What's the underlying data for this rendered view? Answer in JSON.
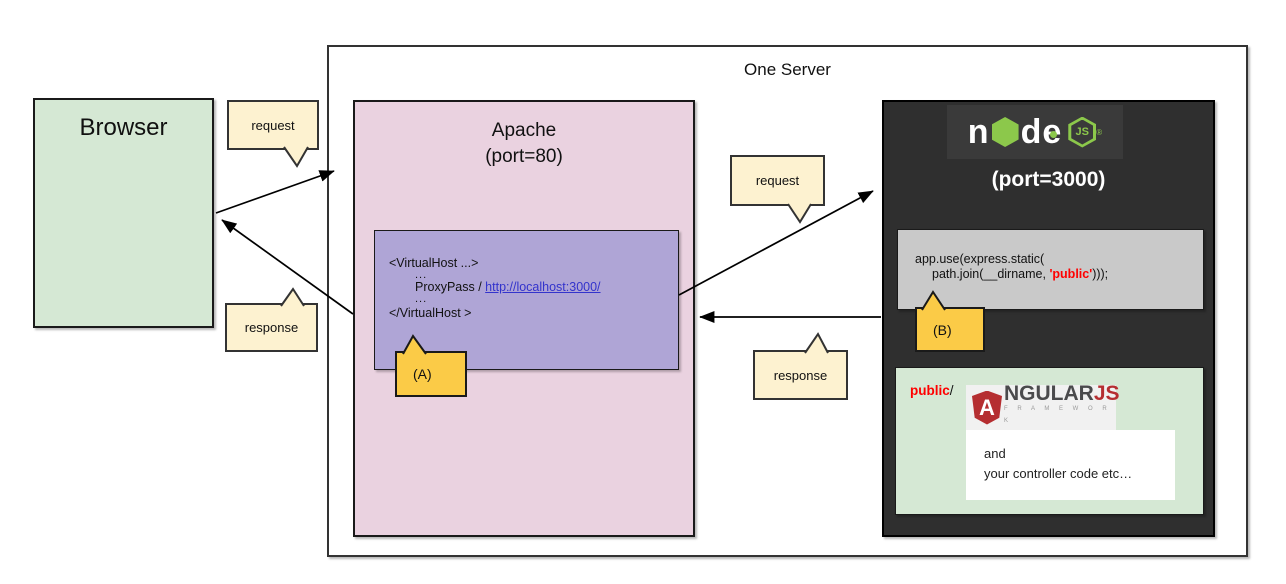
{
  "server": {
    "title": "One Server"
  },
  "browser": {
    "label": "Browser"
  },
  "apache": {
    "title": "Apache",
    "port": "(port=80)",
    "vhost": {
      "open_tag": "<VirtualHost ...>",
      "dots1": "...",
      "proxy_prefix": "ProxyPass / ",
      "proxy_link": "http://localhost:3000/",
      "dots2": "...",
      "close_tag": "</VirtualHost >"
    }
  },
  "node": {
    "logo": {
      "n": "n",
      "d": "d",
      "e": "e",
      "js": "JS",
      "registered": "®"
    },
    "port": "(port=3000)",
    "code": {
      "line1": "app.use(express.static(",
      "line2_pre": "path.join(__dirname, ",
      "line2_public": "'public'",
      "line2_post": ")));"
    },
    "public_dir": {
      "name": "public",
      "slash": "/",
      "note_line1": "and",
      "note_line2": "your controller code etc…"
    }
  },
  "angular_logo": {
    "letter": "A",
    "name": "NGULAR",
    "js": "JS",
    "subtitle": "F R A M E W O R K"
  },
  "bubbles": {
    "request1": "request",
    "response1": "response",
    "request2": "request",
    "response2": "response",
    "a": "(A)",
    "b": "(B)"
  },
  "colors": {
    "browser_green": "#d5e8d4",
    "apache_pink": "#ead2e0",
    "vhost_purple": "#afa5d6",
    "node_dark": "#2f2f2f",
    "node_green": "#8cc84b",
    "code_gray": "#c9c9c9",
    "angular_red": "#b52e31",
    "code_red": "#ff0000",
    "link_blue": "#3333cc",
    "bubble_yellow": "#fdf2d0",
    "bubble_gold": "#fbcb47"
  }
}
